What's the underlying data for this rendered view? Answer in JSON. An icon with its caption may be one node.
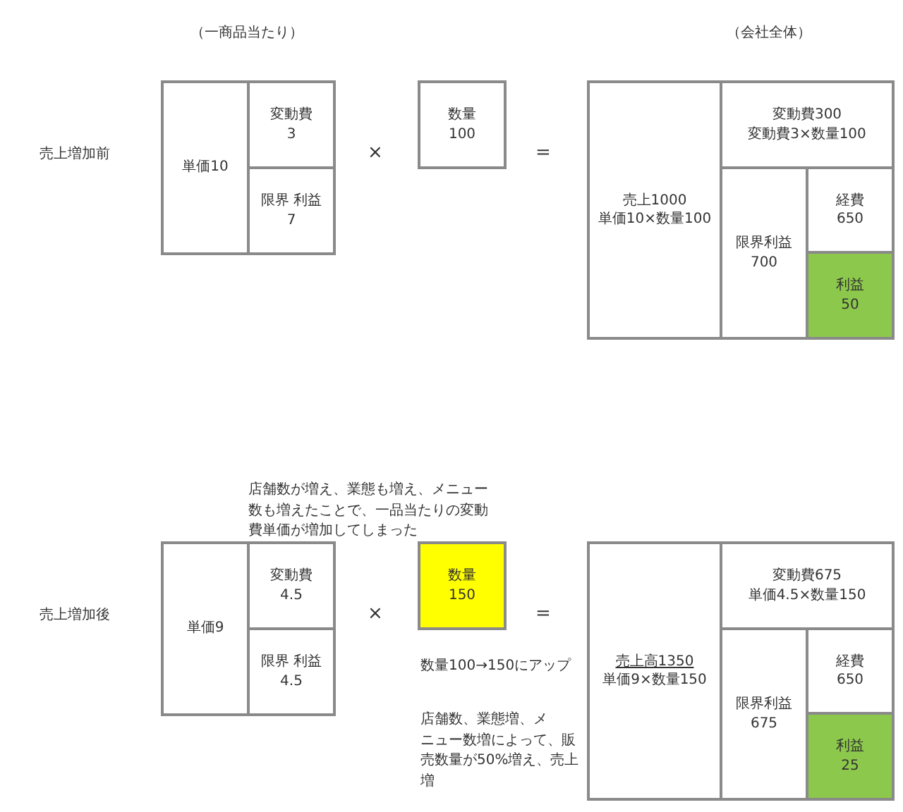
{
  "diagram": {
    "nodes": [
      {
        "text": [
          "単価10"
        ]
      },
      {
        "text": [
          "変動費",
          "3"
        ]
      },
      {
        "text": [
          "限界 利益",
          "7"
        ]
      },
      {
        "text": [
          "数量",
          "100"
        ]
      },
      {
        "text": [
          "売上1000",
          "単価10×数量100"
        ]
      },
      {
        "text": [
          "変動費300",
          "変動費3×数量100"
        ]
      },
      {
        "text": [
          "限界利益",
          "700"
        ]
      },
      {
        "text": [
          "経費",
          "650"
        ]
      },
      {
        "text": [
          "利益",
          "50"
        ]
      },
      {
        "text": [
          "単価9"
        ]
      },
      {
        "text": [
          "変動費",
          "4.5"
        ]
      },
      {
        "text": [
          "限界 利益",
          "4.5"
        ]
      },
      {
        "text": [
          "数量",
          "150"
        ]
      },
      {
        "text": [
          "売上高1350",
          "単価9×数量150"
        ]
      },
      {
        "text": [
          "変動費675",
          "単価4.5×数量150"
        ]
      },
      {
        "text": [
          "限界利益",
          "675"
        ]
      },
      {
        "text": [
          "経費",
          "650"
        ]
      },
      {
        "text": [
          "利益",
          "25"
        ]
      }
    ],
    "labels": [
      "（一商品当たり）",
      "（会社全体）",
      "売上増加前",
      "×",
      "=",
      "店舗数が増え、業態も増え、メニュー数も増えたことで、一品当たりの変動費単価が増加してしまった",
      "売上増加後",
      "×",
      "=",
      "数量100→150にアップ",
      "店舗数、業態増、メニュー数増によって、販売数量が50%増え、売上増"
    ]
  }
}
